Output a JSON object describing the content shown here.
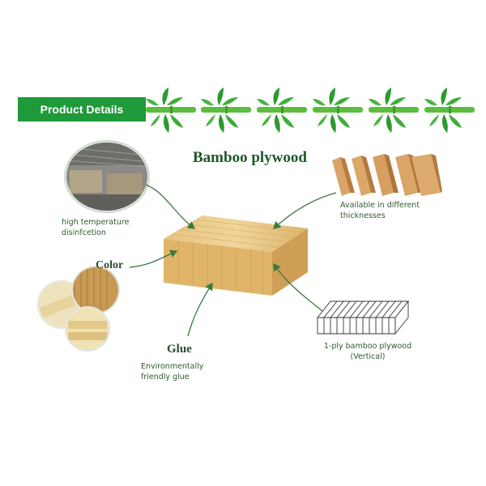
{
  "banner": {
    "label": "Product Details",
    "color": "#1f9a3a"
  },
  "title": "Bamboo plywood",
  "features": {
    "disinfection": {
      "text": "high temperature\ndisinfcetion",
      "icon": "factory-photo"
    },
    "color": {
      "label": "Color",
      "icon": "color-samples-photo"
    },
    "glue": {
      "label": "Glue",
      "text": "Environmentally\nfriendly glue"
    },
    "thickness": {
      "text": "Available in different\nthicknesses",
      "icon": "thickness-boards-photo"
    },
    "ply": {
      "text": "1-ply bamboo plywood\n(Vertical)",
      "icon": "ply-diagram"
    }
  },
  "colors": {
    "accent": "#1f9a3a",
    "leaf": "#3fae3a",
    "arrow": "#3a7a3e",
    "bamboo_light": "#e9c98a",
    "bamboo_dark": "#b98a45"
  }
}
